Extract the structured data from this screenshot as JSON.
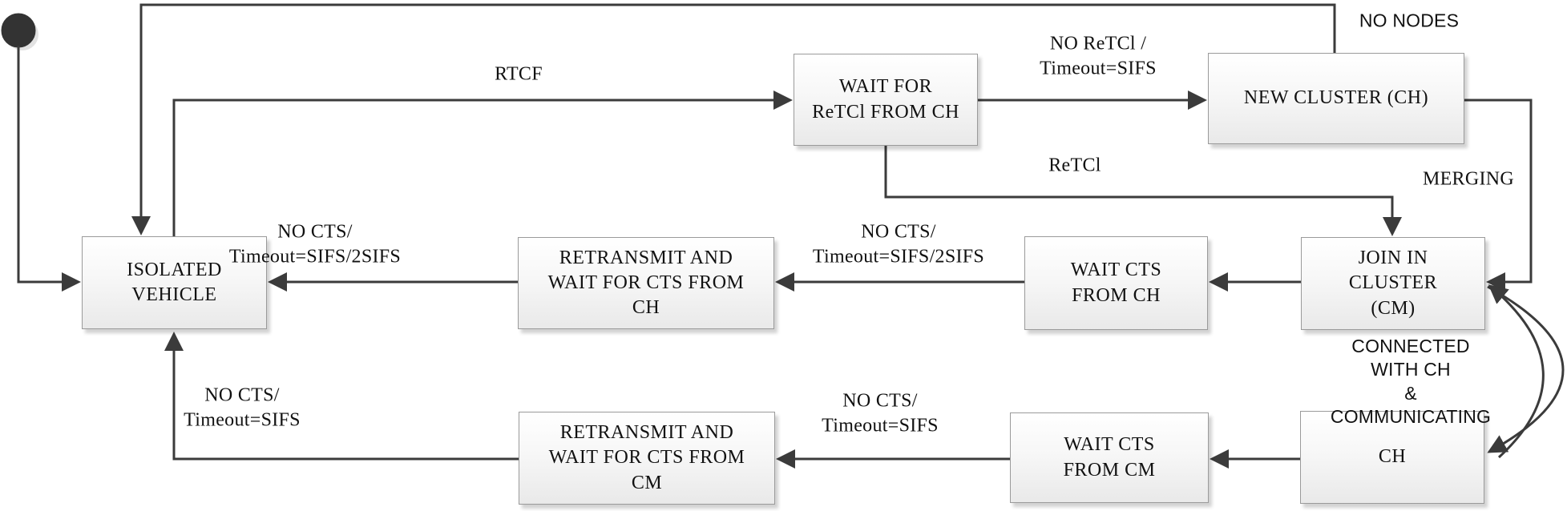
{
  "colors": {
    "line": "#3b3b3b",
    "box_border": "#9a9a9a",
    "box_fill_top": "#ffffff",
    "box_fill_bottom": "#e9e9e9",
    "text": "#111111"
  },
  "states": {
    "isolated": {
      "label": "ISOLATED\nVEHICLE"
    },
    "wait_retcl": {
      "label": "WAIT FOR\nReTCl FROM CH"
    },
    "new_cluster": {
      "label": "NEW CLUSTER (CH)"
    },
    "retransmit_ch": {
      "label": "RETRANSMIT AND\nWAIT FOR CTS FROM\nCH"
    },
    "wait_cts_ch": {
      "label": "WAIT CTS\nFROM CH"
    },
    "join_cluster": {
      "label": "JOIN IN\nCLUSTER\n(CM)"
    },
    "retransmit_cm": {
      "label": "RETRANSMIT AND\nWAIT FOR CTS FROM\nCM"
    },
    "wait_cts_cm": {
      "label": "WAIT CTS\nFROM CM"
    },
    "ch": {
      "label": "CH"
    }
  },
  "transitions": {
    "rtcf": {
      "label": "RTCF"
    },
    "no_retcl_timeout": {
      "label": "NO ReTCl /\nTimeout=SIFS"
    },
    "no_nodes": {
      "label": "NO NODES"
    },
    "retcl": {
      "label": "ReTCl"
    },
    "merging": {
      "label": "MERGING"
    },
    "no_cts_2sifs_a": {
      "label": "NO CTS/\nTimeout=SIFS/2SIFS"
    },
    "no_cts_2sifs_b": {
      "label": "NO CTS/\nTimeout=SIFS/2SIFS"
    },
    "connected": {
      "label": "CONNECTED WITH CH\n& COMMUNICATING"
    },
    "no_cts_sifs_a": {
      "label": "NO CTS/\nTimeout=SIFS"
    },
    "no_cts_sifs_b": {
      "label": "NO CTS/\nTimeout=SIFS"
    }
  }
}
